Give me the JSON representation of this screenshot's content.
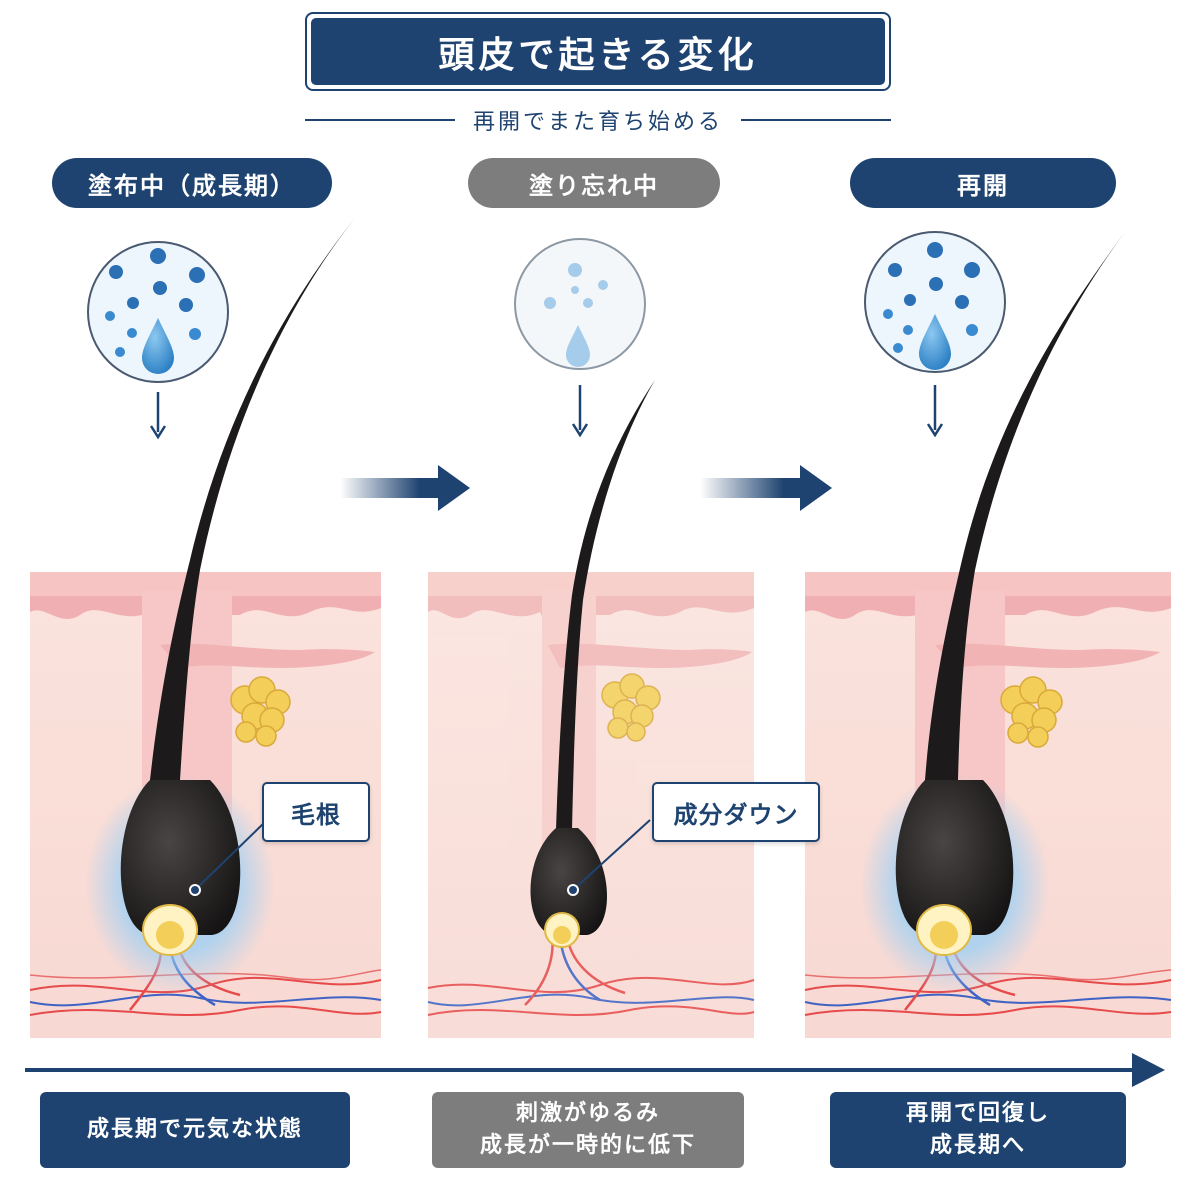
{
  "title": "頭皮で起きる変化",
  "subtitle": "再開でまた育ち始める",
  "stages": [
    {
      "label": "塗布中（成長期）",
      "caption_lines": [
        "成長期で元気な状態"
      ],
      "callout": "毛根"
    },
    {
      "label": "塗り忘れ中",
      "caption_lines": [
        "刺激がゆるみ",
        "成長が一時的に低下"
      ],
      "callout": "成分ダウン"
    },
    {
      "label": "再開",
      "caption_lines": [
        "再開で回復し",
        "成長期へ"
      ],
      "callout": ""
    }
  ],
  "colors": {
    "navy": "#1e4370",
    "gray": "#7d7d7d",
    "skin": "#f9ded8",
    "skin_dark": "#f2b7bb",
    "hair": "#1c1a1a",
    "sebaceous": "#f3cf5a",
    "drop": "#3b8fd0"
  },
  "icons": [
    "droplet-icon",
    "down-arrow-icon",
    "right-arrow-icon",
    "timeline-arrow-icon"
  ]
}
